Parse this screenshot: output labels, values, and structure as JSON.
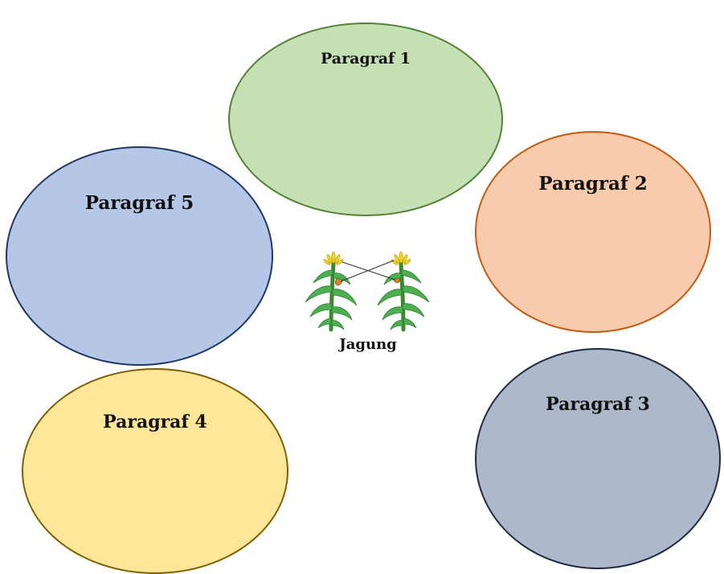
{
  "center": {
    "label": "Jagung",
    "illustration": "corn-plants-icon"
  },
  "bubbles": [
    {
      "label": "Paragraf 1",
      "fill": "#C5E0B4",
      "stroke": "#548235"
    },
    {
      "label": "Paragraf 2",
      "fill": "#F8CBAD",
      "stroke": "#C55A11"
    },
    {
      "label": "Paragraf 3",
      "fill": "#ADB9CA",
      "stroke": "#1F2A44"
    },
    {
      "label": "Paragraf 4",
      "fill": "#FFE699",
      "stroke": "#7F6000"
    },
    {
      "label": "Paragraf 5",
      "fill": "#B4C7E7",
      "stroke": "#1F3864"
    }
  ]
}
